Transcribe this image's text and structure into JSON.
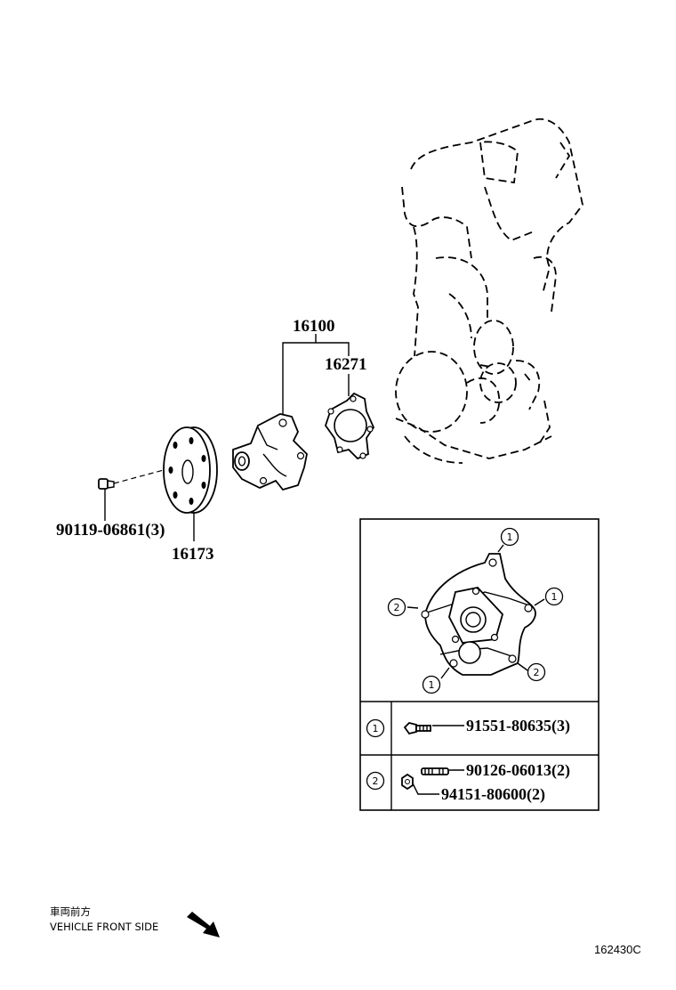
{
  "callouts": {
    "assembly": "16100",
    "gasket": "16271",
    "pulley": "16173",
    "pulley_bolt": "90119-06861(3)"
  },
  "detail": {
    "markers": {
      "one": "1",
      "two": "2"
    },
    "legend": [
      {
        "marker": "1",
        "parts": [
          "91551-80635(3)"
        ]
      },
      {
        "marker": "2",
        "parts": [
          "90126-06013(2)",
          "94151-80600(2)"
        ]
      }
    ]
  },
  "direction": {
    "label_jp": "車両前方",
    "label_en": "VEHICLE FRONT SIDE"
  },
  "ref_code": "162430C"
}
